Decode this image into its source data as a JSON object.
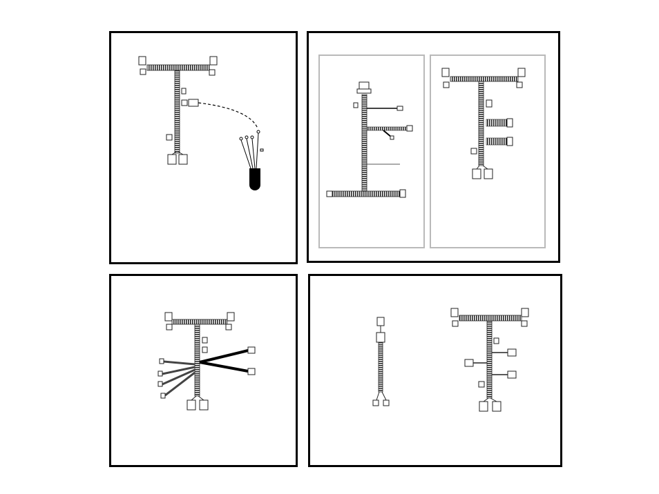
{
  "colors": {
    "panel_border": "#000000",
    "subpanel_border": "#b9b9b9",
    "harness_trunk": "#3a3a3a",
    "connector_fill": "#ffffff",
    "tube_fill": "#000000",
    "dashed_lead": "#000000"
  },
  "panels": [
    {
      "id": "panel-1",
      "items": [
        "t-harness-with-dashed-lead",
        "sensor-leads-bulb"
      ]
    },
    {
      "id": "panel-2",
      "subpanels": [
        "t-harness-inverted",
        "t-harness-with-branches"
      ]
    },
    {
      "id": "panel-3",
      "items": [
        "t-harness-with-fan-branches"
      ]
    },
    {
      "id": "panel-4",
      "items": [
        "adapter-harness",
        "t-harness-with-side-connectors"
      ]
    }
  ],
  "icons": [
    "connector-icon",
    "harness-trunk-icon",
    "sensor-bulb-icon"
  ]
}
